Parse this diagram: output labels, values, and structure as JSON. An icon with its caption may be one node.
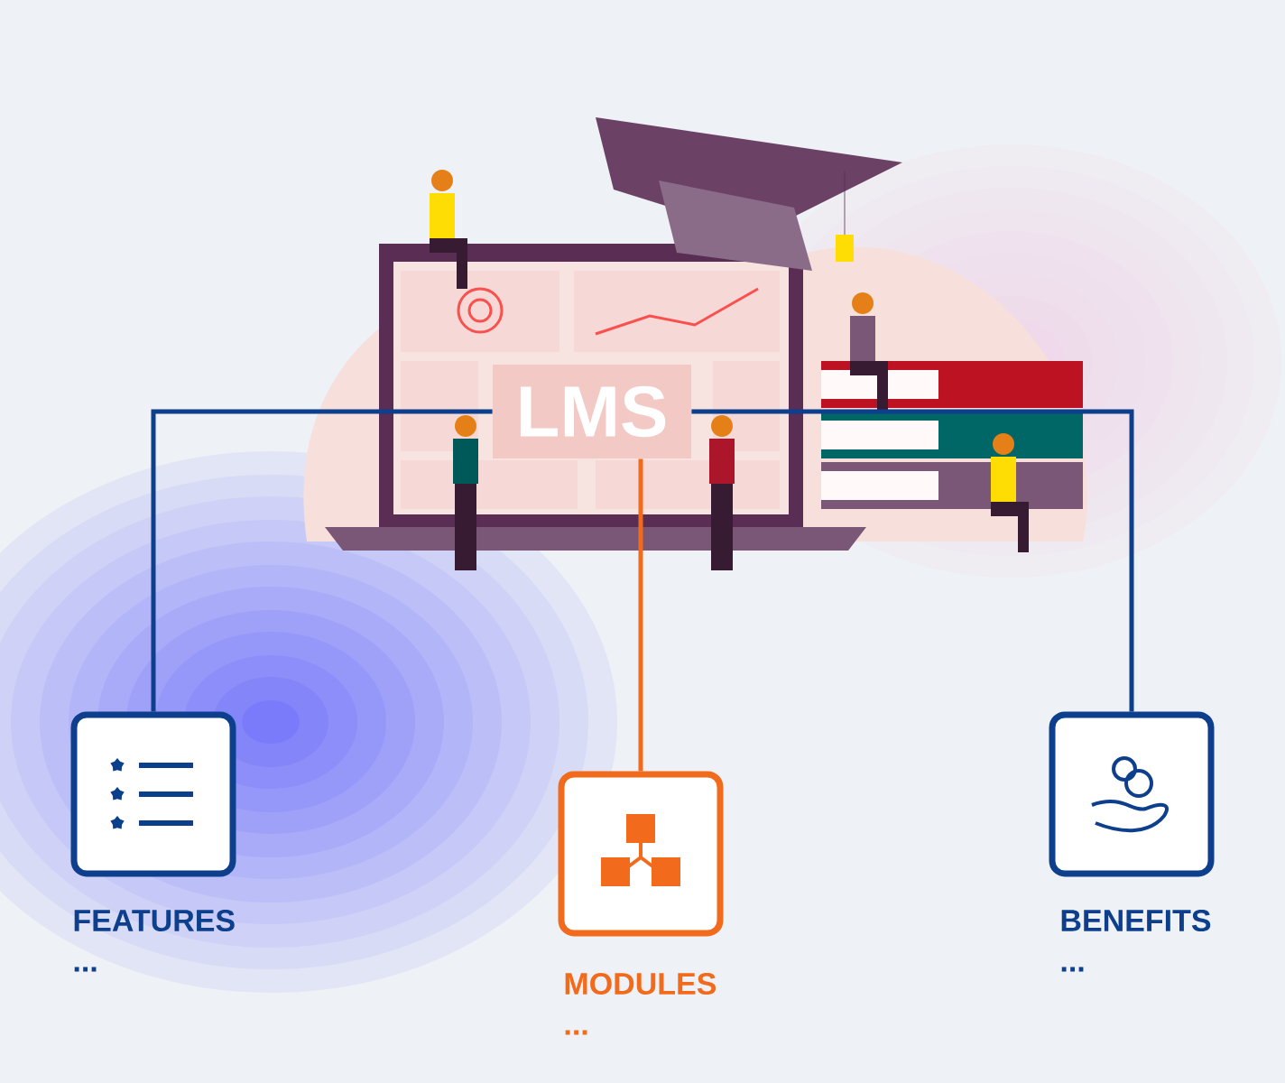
{
  "diagram": {
    "nodes": [
      {
        "text": [
          "LMS"
        ]
      },
      {
        "text": [
          "FEATURES",
          "..."
        ]
      },
      {
        "text": [
          "MODULES",
          "..."
        ]
      },
      {
        "text": [
          "BENEFITS",
          "..."
        ]
      }
    ],
    "edges": [
      {
        "from": 0,
        "to": 1,
        "arrow": "none"
      },
      {
        "from": 0,
        "to": 2,
        "arrow": "none",
        "color": "#f26a1b"
      },
      {
        "from": 0,
        "to": 3,
        "arrow": "none"
      }
    ]
  }
}
